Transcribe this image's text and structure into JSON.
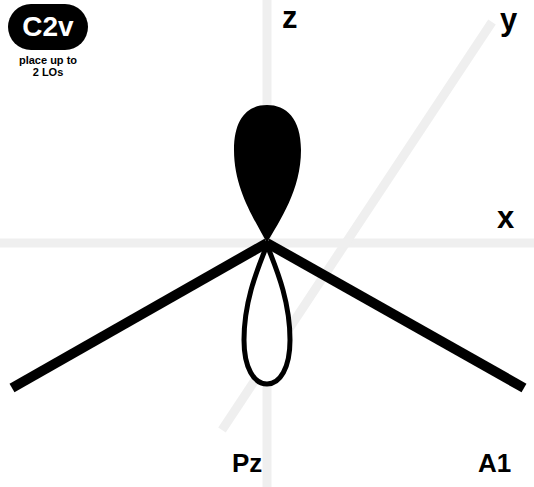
{
  "diagram": {
    "nodes": [
      {
        "text": [
          "C2v",
          "place up to 2 LOs"
        ]
      }
    ],
    "labels": [
      "z",
      "y",
      "x",
      "Pz",
      "A1"
    ]
  }
}
